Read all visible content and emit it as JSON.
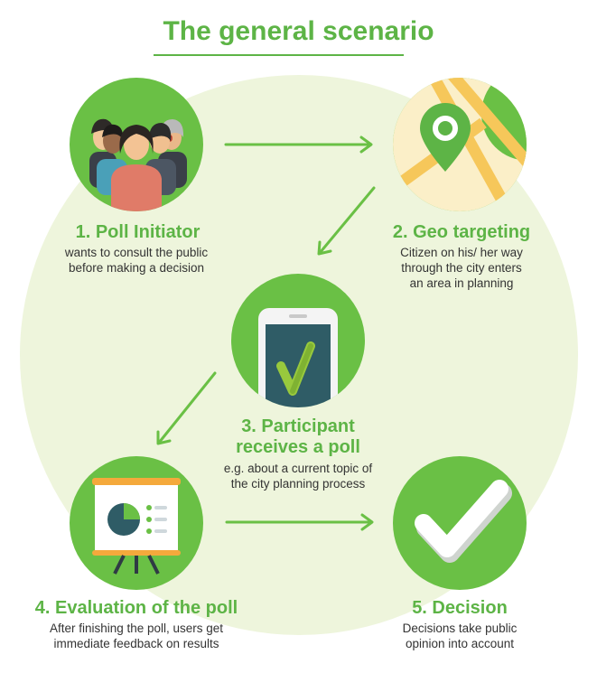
{
  "title": "The general scenario",
  "colors": {
    "accent": "#5db446",
    "node_fill": "#6ac045",
    "background_circle": "#eef5dc",
    "text": "#333333"
  },
  "steps": [
    {
      "icon": "people-group-icon",
      "title": "1. Poll Initiator",
      "desc": [
        "wants to consult the public",
        "before making a decision"
      ]
    },
    {
      "icon": "map-pin-icon",
      "title": "2. Geo targeting",
      "desc": [
        "Citizen on his/ her way",
        "through the city enters",
        "an area in planning"
      ]
    },
    {
      "icon": "phone-checkmark-icon",
      "title_lines": [
        "3. Participant",
        "receives a poll"
      ],
      "desc": [
        "e.g. about a current topic of",
        "the city planning process"
      ]
    },
    {
      "icon": "presentation-chart-icon",
      "title": "4. Evaluation of the poll",
      "desc": [
        "After finishing the poll, users get",
        "immediate feedback on results"
      ]
    },
    {
      "icon": "checkmark-icon",
      "title": "5. Decision",
      "desc": [
        "Decisions take public",
        "opinion into account"
      ]
    }
  ]
}
